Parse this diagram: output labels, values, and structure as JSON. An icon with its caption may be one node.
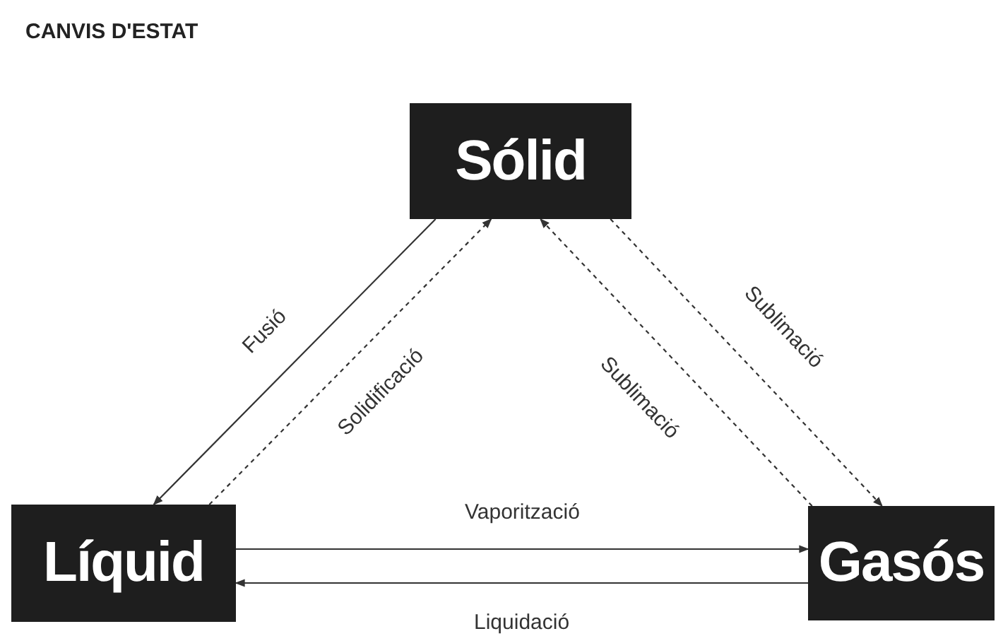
{
  "diagram": {
    "title": "CANVIS D'ESTAT",
    "nodes": [
      {
        "text": [
          "Sólid"
        ]
      },
      {
        "text": [
          "Líquid"
        ]
      },
      {
        "text": [
          "Gasós"
        ]
      }
    ],
    "edges": [
      {
        "from": 0,
        "to": 1,
        "arrow": "to",
        "label": "Fusió"
      },
      {
        "from": 1,
        "to": 0,
        "arrow": "to",
        "label": "Solidificació",
        "style": "dashed"
      },
      {
        "from": 0,
        "to": 2,
        "arrow": "to",
        "label": "Sublimació",
        "style": "dashed"
      },
      {
        "from": 2,
        "to": 0,
        "arrow": "to",
        "label": "Sublimació",
        "style": "dashed"
      },
      {
        "from": 1,
        "to": 2,
        "arrow": "to",
        "label": "Vaporització"
      },
      {
        "from": 2,
        "to": 1,
        "arrow": "to",
        "label": "Liquidació"
      }
    ]
  }
}
